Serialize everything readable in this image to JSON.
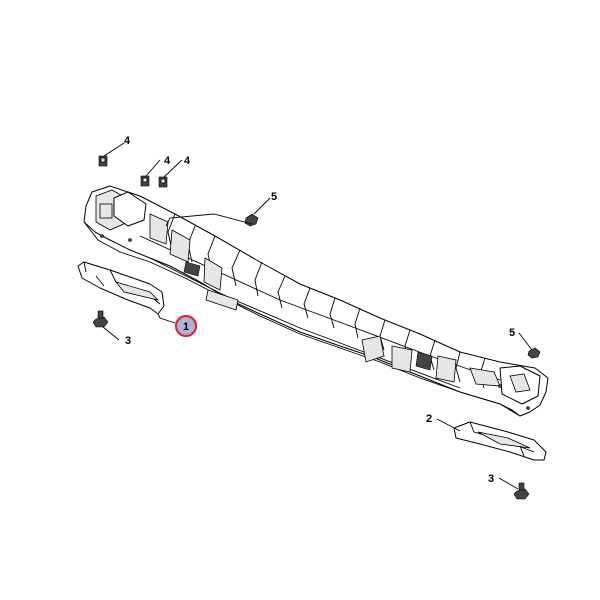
{
  "callouts": {
    "c1": "1",
    "c2": "2",
    "c3a": "3",
    "c3b": "3",
    "c4a": "4",
    "c4b": "4",
    "c4c": "4",
    "c5a": "5",
    "c5b": "5"
  },
  "colors": {
    "selected_fill": "#aab4dc",
    "selected_ring": "#e0282f"
  }
}
